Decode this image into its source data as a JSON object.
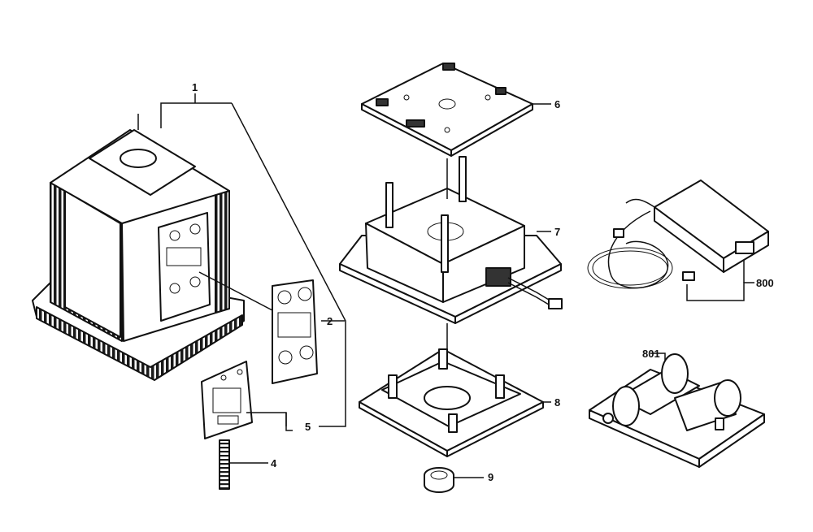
{
  "callouts": {
    "c1": "1",
    "c2": "2",
    "c4": "4",
    "c5": "5",
    "c6": "6",
    "c7": "7",
    "c8": "8",
    "c9": "9",
    "c800": "800",
    "c801": "801"
  },
  "colors": {
    "stroke": "#111111",
    "fill": "#ffffff",
    "shade": "#2a2a2a",
    "light": "#e6e6e6"
  }
}
